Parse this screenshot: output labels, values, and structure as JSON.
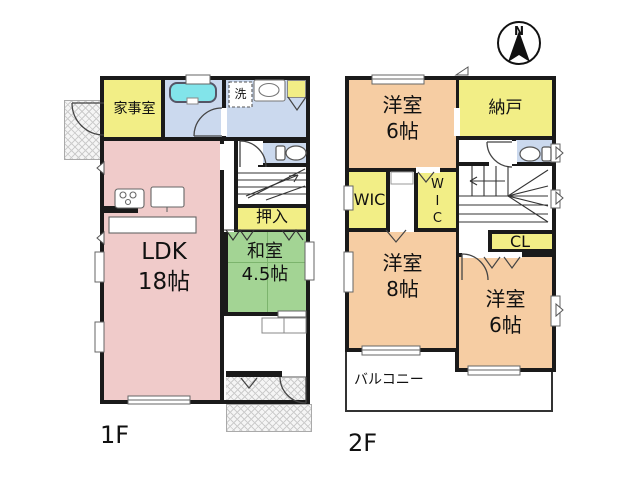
{
  "compass": {
    "north_label": "N"
  },
  "colors": {
    "wall": "#1a1a1a",
    "yellow_room": "#f2ee86",
    "pink_room": "#f0cbca",
    "orange_room": "#f6cda3",
    "green_room": "#a3d494",
    "wet_area": "#cbd9ee",
    "bathtub": "#82e4ea"
  },
  "floor1": {
    "name": "1F",
    "rooms": {
      "utility": {
        "label": "家事室"
      },
      "laundry": {
        "label": "洗"
      },
      "closet": {
        "label": "押入"
      },
      "japanese_room": {
        "label": "和室",
        "size": "4.5帖"
      },
      "ldk": {
        "label": "LDK",
        "size": "18帖"
      }
    }
  },
  "floor2": {
    "name": "2F",
    "rooms": {
      "bedroom_top": {
        "label": "洋室",
        "size": "6帖"
      },
      "storeroom": {
        "label": "納戸"
      },
      "wic_main": {
        "label": "WIC"
      },
      "wic_side": {
        "label": "WIC"
      },
      "closet": {
        "label": "CL"
      },
      "bedroom_mid": {
        "label": "洋室",
        "size": "8帖"
      },
      "bedroom_right": {
        "label": "洋室",
        "size": "6帖"
      },
      "balcony": {
        "label": "バルコニー"
      }
    }
  }
}
